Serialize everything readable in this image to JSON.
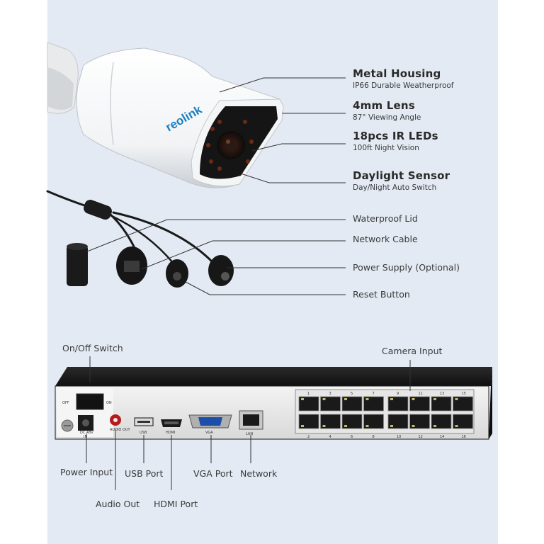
{
  "camera": {
    "brand": "reolink",
    "features": [
      {
        "title": "Metal Housing",
        "subtitle": "IP66 Durable Weatherproof"
      },
      {
        "title": "4mm Lens",
        "subtitle": "87° Viewing Angle"
      },
      {
        "title": "18pcs IR LEDs",
        "subtitle": "100ft Night Vision"
      },
      {
        "title": "Daylight Sensor",
        "subtitle": "Day/Night Auto Switch"
      }
    ],
    "cable_parts": [
      "Waterproof Lid",
      "Network Cable",
      "Power Supply (Optional)",
      "Reset Button"
    ]
  },
  "nvr": {
    "callouts": {
      "switch": "On/Off Switch",
      "camera_input": "Camera Input",
      "power_input": "Power Input",
      "usb": "USB Port",
      "vga": "VGA Port",
      "network": "Network",
      "audio": "Audio Out",
      "hdmi": "HDMI Port"
    },
    "panel_text": {
      "off": "OFF",
      "on": "ON",
      "dc": "DC 48V",
      "dc_in": "IN",
      "audio": "AUDIO OUT",
      "usb": "USB",
      "hdmi": "HDMI",
      "vga": "VGA",
      "lan": "LAN"
    },
    "port_numbers_top": [
      "1",
      "3",
      "5",
      "7",
      "9",
      "11",
      "13",
      "15"
    ],
    "port_numbers_bottom": [
      "2",
      "4",
      "6",
      "8",
      "10",
      "12",
      "14",
      "16"
    ]
  },
  "colors": {
    "panel_bg": "#e3eaf3",
    "brand_blue": "#1c7fc1",
    "nvr_black": "#141414"
  }
}
